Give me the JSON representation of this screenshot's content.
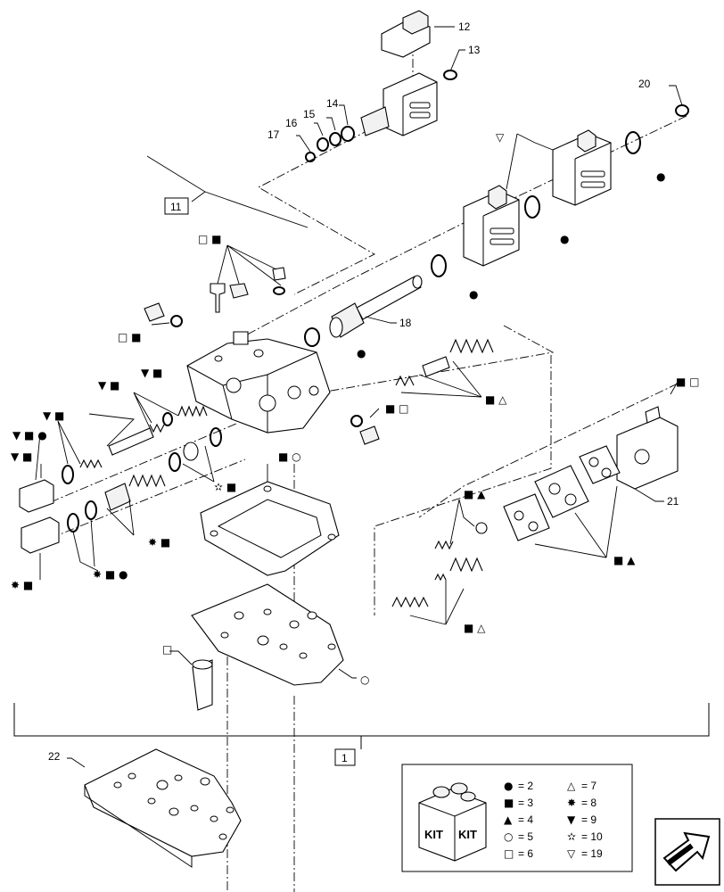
{
  "callouts": {
    "c12": "12",
    "c13": "13",
    "c14": "14",
    "c15": "15",
    "c16": "16",
    "c17": "17",
    "c20": "20",
    "c18": "18",
    "c21": "21",
    "c22": "22",
    "box11": "11",
    "box1": "1"
  },
  "symbols": {
    "s_tri_down": "▽",
    "s_circle_17": "●",
    "s_circle_16": "●",
    "s_circle_15": "●",
    "s_circle_18": "●",
    "s_sq_top": "□ ■",
    "s_sq_left": "□ ■",
    "s_sq_right": "■ □",
    "s_sq_tri": "■ △",
    "s_sq_sq21": "■ □",
    "s_tv1": "▼ ■",
    "s_tv2": "▼ ■",
    "s_tv3": "▼ ■",
    "s_tv4": "▼ ■ ●",
    "s_tv5": "▼ ■",
    "s_sq_circ": "■ ○",
    "s_star_sq": "✫ ■",
    "s_star8_a": "✸ ■",
    "s_star8_b": "✸ ■",
    "s_star8_c": "✸ ■ ●",
    "s_sq_tri_f": "■ ▲",
    "s_sq_tri_g": "■ ▲",
    "s_sq_tri_h": "■ △",
    "s_circ_plate": "○",
    "s_sq_bolt": "□"
  },
  "legend": {
    "kit_label_1": "KIT",
    "kit_label_2": "KIT",
    "rows": [
      {
        "sym": "●",
        "text": "= 2",
        "sym2": "△",
        "text2": "= 7"
      },
      {
        "sym": "■",
        "text": "= 3",
        "sym2": "✸",
        "text2": "= 8"
      },
      {
        "sym": "▲",
        "text": "= 4",
        "sym2": "▼",
        "text2": "= 9"
      },
      {
        "sym": "○",
        "text": "= 5",
        "sym2": "✫",
        "text2": "= 10"
      },
      {
        "sym": "□",
        "text": "= 6",
        "sym2": "▽",
        "text2": "= 19"
      }
    ]
  },
  "nav": {
    "icon": "arrow-icon"
  }
}
